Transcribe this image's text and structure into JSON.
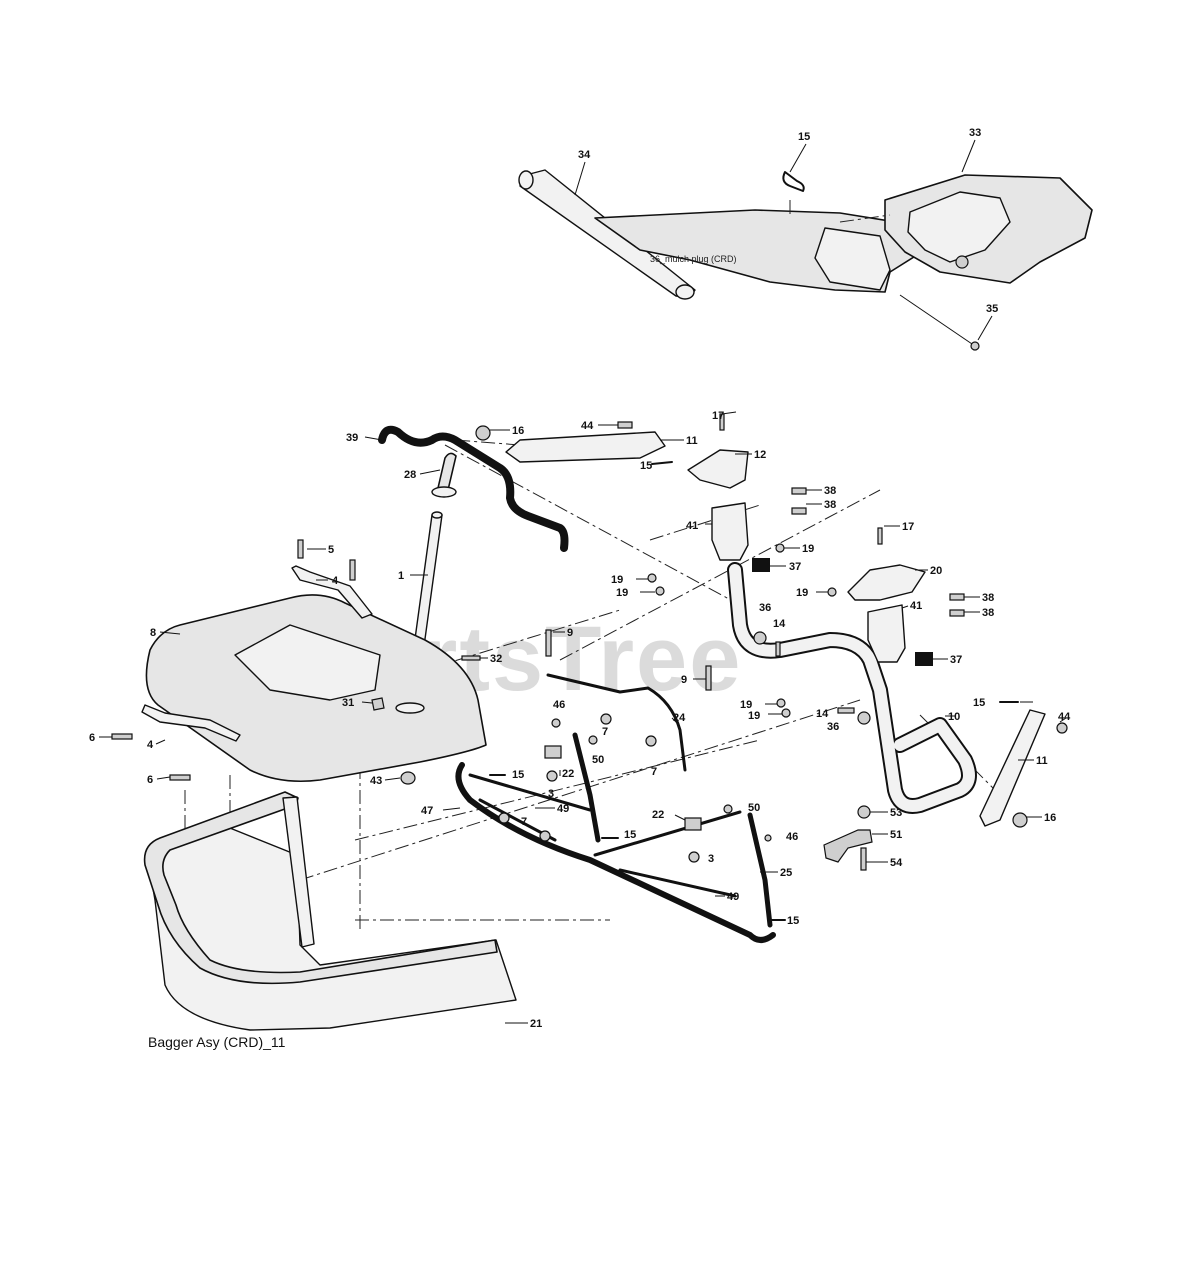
{
  "diagram": {
    "caption": "Bagger Asy (CRD)_11",
    "watermark": "PartsTree",
    "mulch_plug_note": "36_mulch plug (CRD)",
    "callouts": {
      "c34": "34",
      "c15a": "15",
      "c33": "33",
      "c35": "35",
      "c39": "39",
      "c28": "28",
      "c16a": "16",
      "c44a": "44",
      "c11a": "11",
      "c17a": "17",
      "c12": "12",
      "c15b": "15",
      "c38a": "38",
      "c38b": "38",
      "c41a": "41",
      "c19a": "19",
      "c37a": "37",
      "c17b": "17",
      "c20": "20",
      "c19b": "19",
      "c19c": "19",
      "c19d": "19",
      "c38c": "38",
      "c38d": "38",
      "c41b": "41",
      "c36a": "36",
      "c14a": "14",
      "c37b": "37",
      "c5": "5",
      "c4a": "4",
      "c1": "1",
      "c8": "8",
      "c9a": "9",
      "c32": "32",
      "c9b": "9",
      "c31": "31",
      "c6a": "6",
      "c4b": "4",
      "c6b": "6",
      "c43": "43",
      "c46a": "46",
      "c7a": "7",
      "c7b": "7",
      "c24": "24",
      "c50a": "50",
      "c22a": "22",
      "c15c": "15",
      "c3a": "3",
      "c47": "47",
      "c49a": "49",
      "c7c": "7",
      "c19e": "19",
      "c19f": "19",
      "c14b": "14",
      "c36b": "36",
      "c10": "10",
      "c15d": "15",
      "c44b": "44",
      "c11b": "11",
      "c22b": "22",
      "c50b": "50",
      "c15e": "15",
      "c46b": "46",
      "c3b": "3",
      "c53": "53",
      "c51": "51",
      "c54": "54",
      "c16b": "16",
      "c25": "25",
      "c49b": "49",
      "c15f": "15",
      "c21": "21"
    }
  }
}
